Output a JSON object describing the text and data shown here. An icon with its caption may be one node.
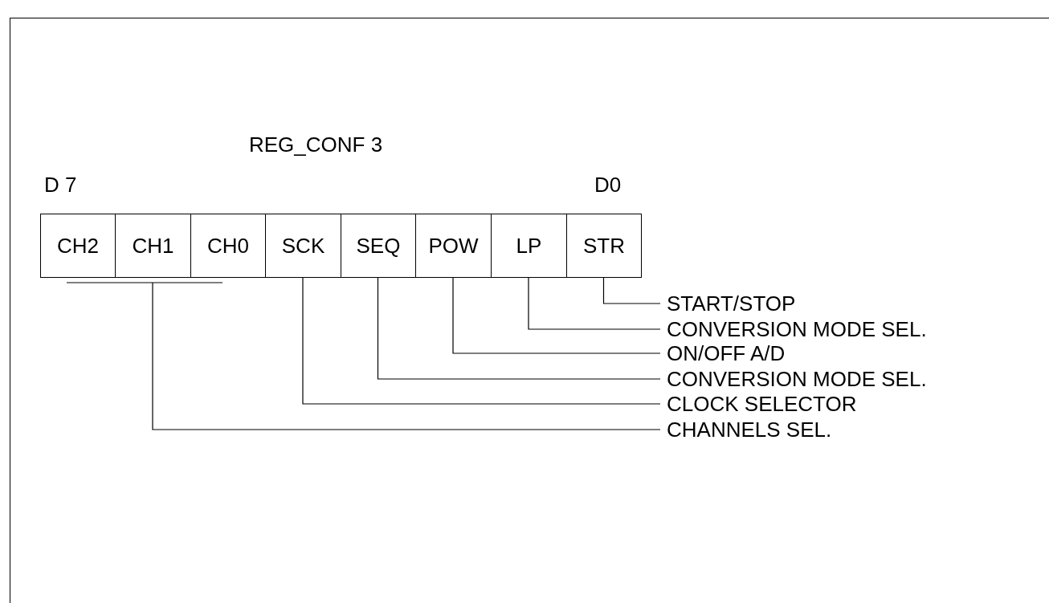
{
  "diagram": {
    "nodes": [
      {
        "text": [
          "CH2"
        ]
      },
      {
        "text": [
          "CH1"
        ]
      },
      {
        "text": [
          "CH0"
        ]
      },
      {
        "text": [
          "SCK"
        ]
      },
      {
        "text": [
          "SEQ"
        ]
      },
      {
        "text": [
          "POW"
        ]
      },
      {
        "text": [
          "LP"
        ]
      },
      {
        "text": [
          "STR"
        ]
      },
      {
        "text": [
          "START/STOP"
        ]
      },
      {
        "text": [
          "CONVERSION MODE SEL."
        ]
      },
      {
        "text": [
          "ON/OFF A/D"
        ]
      },
      {
        "text": [
          "CONVERSION MODE SEL."
        ]
      },
      {
        "text": [
          "CLOCK SELECTOR"
        ]
      },
      {
        "text": [
          "CHANNELS SEL."
        ]
      }
    ],
    "edges": [
      {
        "from": 8,
        "to": 7,
        "arrow": "none"
      },
      {
        "from": 9,
        "to": 6,
        "arrow": "none"
      },
      {
        "from": 10,
        "to": 5,
        "arrow": "none"
      },
      {
        "from": 11,
        "to": 4,
        "arrow": "none"
      },
      {
        "from": 12,
        "to": 3,
        "arrow": "none"
      },
      {
        "from": 13,
        "to": 0,
        "arrow": "none"
      },
      {
        "from": 13,
        "to": 1,
        "arrow": "none"
      },
      {
        "from": 13,
        "to": 2,
        "arrow": "none"
      }
    ],
    "labels": [
      "REG_CONF 3",
      "D 7",
      "D0"
    ]
  }
}
